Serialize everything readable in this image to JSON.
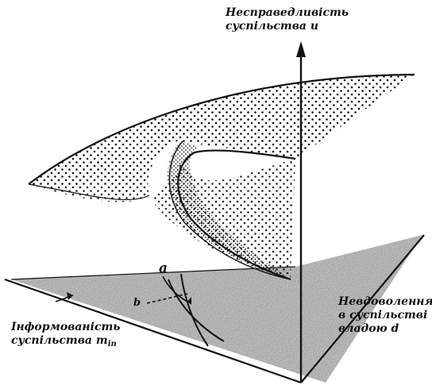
{
  "labels": {
    "z_axis": [
      "Несправедливість",
      "суспільства u"
    ],
    "y_axis": [
      "Невдоволення",
      "в суспільстві",
      "владою d"
    ],
    "x_axis_line1": "Інформованість",
    "x_axis_line2": "суспільства m",
    "x_axis_sub": "in",
    "point_a": "a",
    "point_b": "b"
  },
  "colors": {
    "ink": "#111111",
    "shading": "#555555"
  }
}
